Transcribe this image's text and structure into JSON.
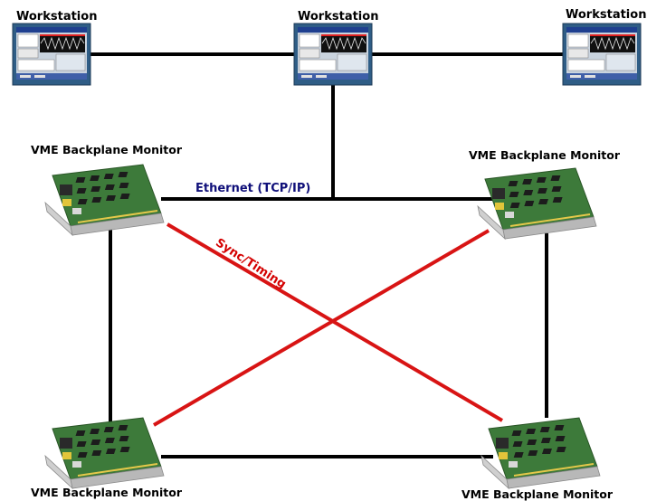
{
  "workstations": [
    {
      "label": "Workstation"
    },
    {
      "label": "Workstation"
    },
    {
      "label": "Workstation"
    }
  ],
  "monitors": [
    {
      "label": "VME Backplane Monitor"
    },
    {
      "label": "VME Backplane Monitor"
    },
    {
      "label": "VME Backplane Monitor"
    },
    {
      "label": "VME Backplane Monitor"
    }
  ],
  "links": {
    "ethernet_label": "Ethernet (TCP/IP)",
    "sync_label": "Sync/Timing"
  },
  "colors": {
    "ethernet_line": "#000000",
    "sync_line": "#d81414",
    "ethernet_text": "#10107a",
    "sync_text": "#d40000",
    "board_pcb": "#3d7a3a",
    "monitor_bezel": "#2f5d86"
  }
}
